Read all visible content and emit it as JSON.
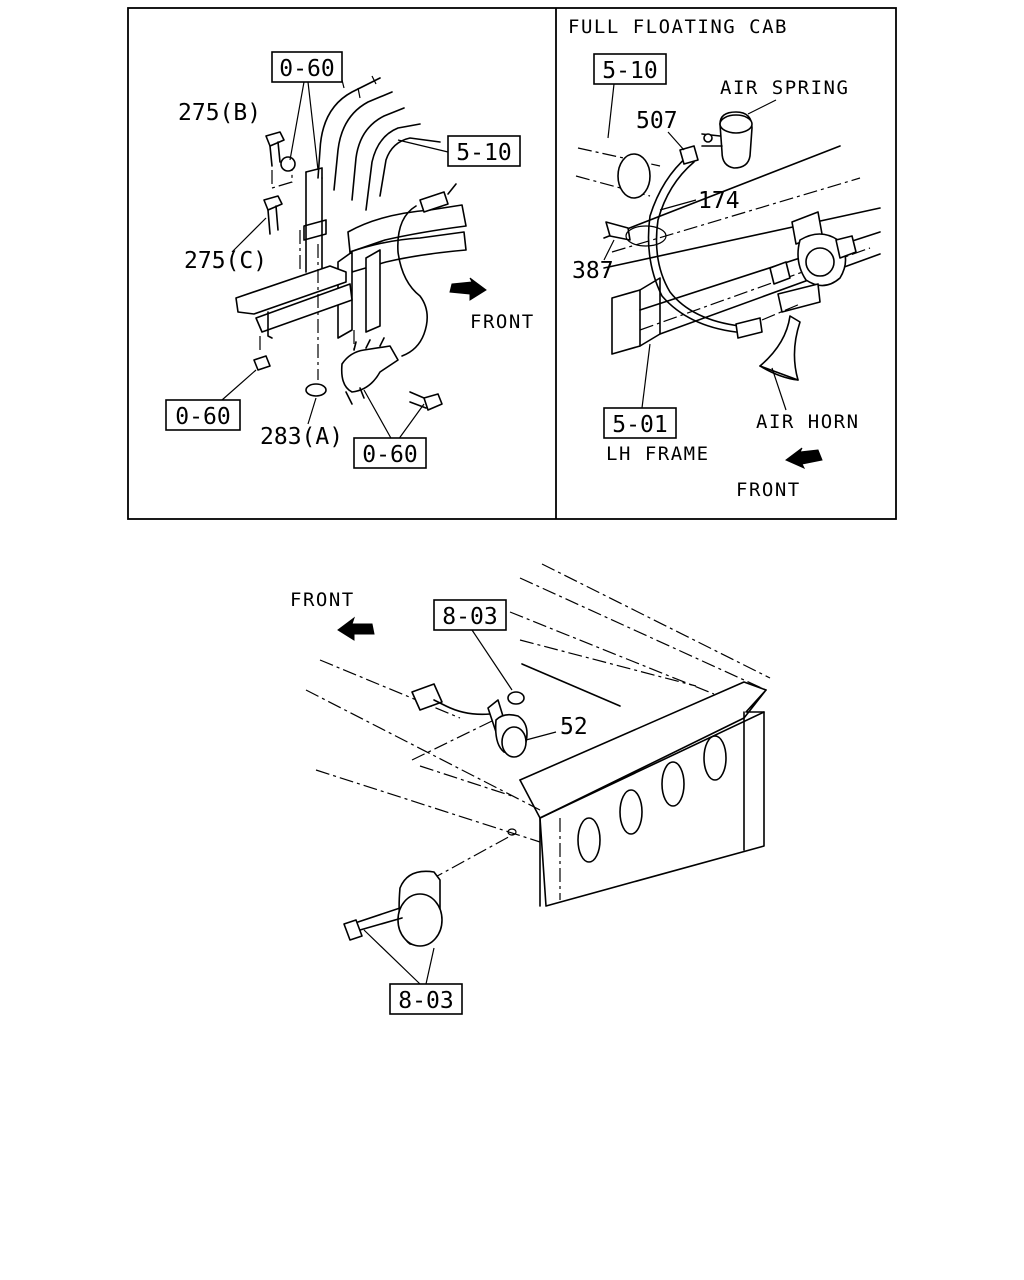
{
  "panel_top_left": {
    "refs": {
      "ref_top": "0-60",
      "ref_5_10": "5-10",
      "ref_left": "0-60",
      "ref_bottom": "0-60"
    },
    "parts": {
      "p275b": "275(B)",
      "p275c": "275(C)",
      "p283a": "283(A)"
    },
    "front": "FRONT"
  },
  "panel_top_right": {
    "title": "FULL FLOATING CAB",
    "refs": {
      "ref_5_10": "5-10",
      "ref_5_01": "5-01"
    },
    "parts": {
      "p507": "507",
      "p174": "174",
      "p387": "387"
    },
    "labels": {
      "air_spring": "AIR SPRING",
      "air_horn": "AIR HORN",
      "lh_frame": "LH FRAME"
    },
    "front": "FRONT"
  },
  "panel_bottom": {
    "front": "FRONT",
    "refs": {
      "ref_top": "8-03",
      "ref_bottom": "8-03"
    },
    "parts": {
      "p52": "52"
    }
  }
}
